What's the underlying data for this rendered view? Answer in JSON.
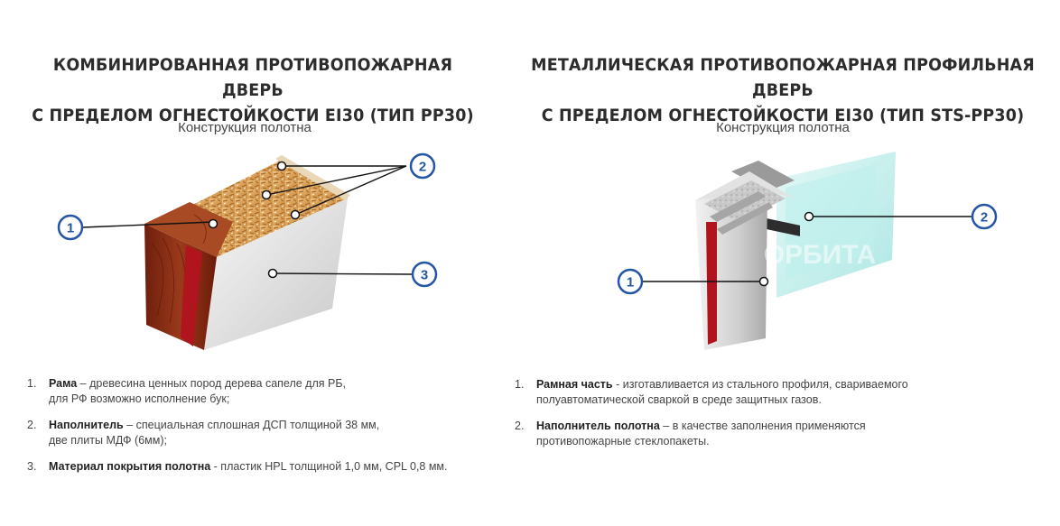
{
  "left": {
    "title_line1": "КОМБИНИРОВАННАЯ ПРОТИВОПОЖАРНАЯ ДВЕРЬ",
    "title_line2": "С ПРЕДЕЛОМ ОГНЕСТОЙКОСТИ EI30 (ТИП РР30)",
    "subtitle": "Конструкция полотна",
    "callouts": [
      "1",
      "2",
      "3"
    ],
    "items": [
      {
        "num": "1.",
        "term": "Рама",
        "text_line1": " – древесина ценных пород дерева сапеле для РБ,",
        "text_line2": "для РФ возможно исполнение бук;"
      },
      {
        "num": "2.",
        "term": "Наполнитель",
        "text_line1": " – специальная сплошная ДСП толщиной 38 мм,",
        "text_line2": "две плиты МДФ (6мм);"
      },
      {
        "num": "3.",
        "term": "Материал покрытия полотна",
        "text_line1": " - пластик HPL толщиной 1,0 мм, CPL 0,8 мм.",
        "text_line2": ""
      }
    ]
  },
  "right": {
    "title_line1": "МЕТАЛЛИЧЕСКАЯ ПРОТИВОПОЖАРНАЯ ПРОФИЛЬНАЯ ДВЕРЬ",
    "title_line2": "С ПРЕДЕЛОМ ОГНЕСТОЙКОСТИ EI30 (ТИП STS-РР30)",
    "subtitle": "Конструкция полотна",
    "watermark": "ОРБИТА",
    "callouts": [
      "1",
      "2"
    ],
    "items": [
      {
        "num": "1.",
        "term": "Рамная часть",
        "text_line1": " - изготавливается из стального профиля, свариваемого",
        "text_line2": "полуавтоматической сваркой в среде защитных газов."
      },
      {
        "num": "2.",
        "term": "Наполнитель полотна",
        "text_line1": " – в качестве заполнения применяются",
        "text_line2": "противопожарные стеклопакеты."
      }
    ]
  },
  "colors": {
    "accent": "#2556a6",
    "wood": "#8a2c14",
    "red_strip": "#b0151d"
  }
}
